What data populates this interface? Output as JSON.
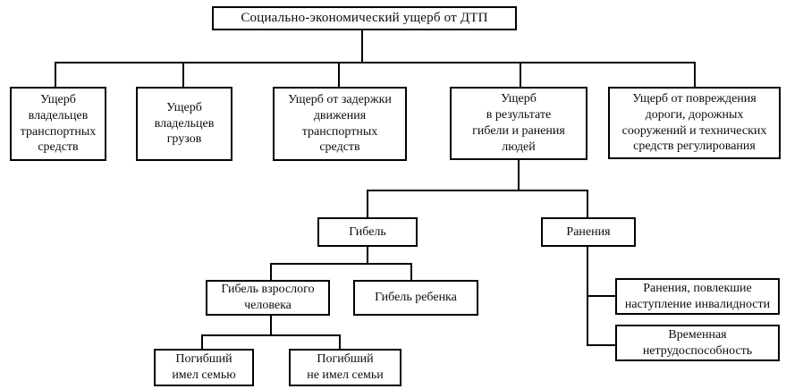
{
  "diagram": {
    "title": "Социально-экономический ущерб от ДТП",
    "type": "hierarchy-flowchart",
    "colors": {
      "background": "#ffffff",
      "box_border": "#000000",
      "connector": "#000000",
      "text": "#0d0d0d"
    },
    "nodes": {
      "root": {
        "label": "Социально-экономический ущерб от ДТП"
      },
      "vehicle_owners": {
        "label": "Ущерб\nвладельцев\nтранспортных\nсредств"
      },
      "cargo_owners": {
        "label": "Ущерб\nвладельцев\nгрузов"
      },
      "traffic_delay": {
        "label": "Ущерб от задержки\nдвижения\nтранспортных\nсредств"
      },
      "death_and_injury": {
        "label": "Ущерб\nв результате\nгибели и ранения\nлюдей"
      },
      "road_damage": {
        "label": "Ущерб от повреждения\nдороги, дорожных\nсооружений и технических\nсредств регулирования"
      },
      "death": {
        "label": "Гибель"
      },
      "injuries": {
        "label": "Ранения"
      },
      "adult_death": {
        "label": "Гибель взрослого\nчеловека"
      },
      "child_death": {
        "label": "Гибель ребенка"
      },
      "had_family": {
        "label": "Погибший\nимел семью"
      },
      "no_family": {
        "label": "Погибший\nне имел семьи"
      },
      "disability_injuries": {
        "label": "Ранения, повлекшие\nнаступление инвалидности"
      },
      "temporary_disability": {
        "label": "Временная\nнетрудоспособность"
      }
    },
    "edges": [
      [
        "root",
        "vehicle_owners"
      ],
      [
        "root",
        "cargo_owners"
      ],
      [
        "root",
        "traffic_delay"
      ],
      [
        "root",
        "death_and_injury"
      ],
      [
        "root",
        "road_damage"
      ],
      [
        "death_and_injury",
        "death"
      ],
      [
        "death_and_injury",
        "injuries"
      ],
      [
        "death",
        "adult_death"
      ],
      [
        "death",
        "child_death"
      ],
      [
        "adult_death",
        "had_family"
      ],
      [
        "adult_death",
        "no_family"
      ],
      [
        "injuries",
        "disability_injuries"
      ],
      [
        "injuries",
        "temporary_disability"
      ]
    ]
  }
}
